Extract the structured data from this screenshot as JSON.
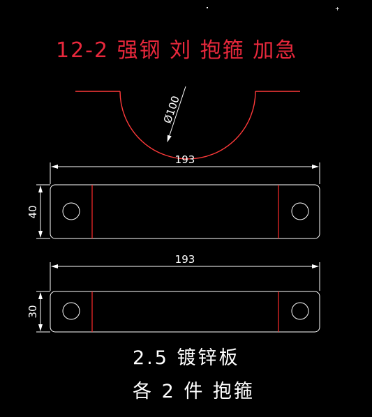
{
  "title": "12-2 强钢 刘 抱箍 加急",
  "diameter_label": "Ø100",
  "plate_40": {
    "length_label": "193",
    "width_label": "40"
  },
  "plate_30": {
    "length_label": "193",
    "width_label": "30"
  },
  "note_material": "2.5 镀锌板",
  "note_quantity": "各 2 件 抱箍",
  "colors": {
    "background": "#000000",
    "title": "#e8283c",
    "outline": "#ffffff",
    "bend_line": "#ff2a2a",
    "half_ring": "#ff3a3a"
  }
}
